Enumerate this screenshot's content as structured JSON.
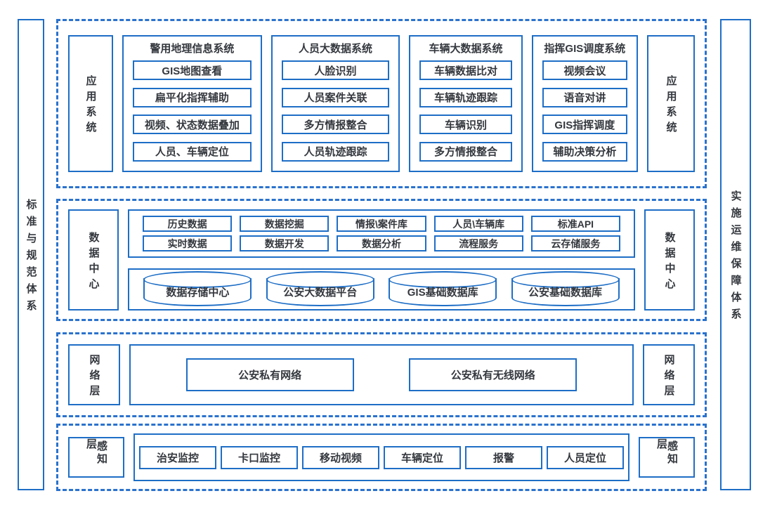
{
  "colors": {
    "border_blue": "#1e6ec6",
    "dash_blue": "#2a72cd",
    "text": "#34383e",
    "background": "#ffffff"
  },
  "side_bars": {
    "left": "标准与规范体系",
    "right": "实施运维保障体系"
  },
  "app_layer": {
    "left_label": "应用系统",
    "right_label": "应用系统",
    "panels": [
      {
        "title": "警用地理信息系统",
        "items": [
          "GIS地图查看",
          "扁平化指挥辅助",
          "视频、状态数据叠加",
          "人员、车辆定位"
        ]
      },
      {
        "title": "人员大数据系统",
        "items": [
          "人脸识别",
          "人员案件关联",
          "多方情报整合",
          "人员轨迹跟踪"
        ]
      },
      {
        "title": "车辆大数据系统",
        "items": [
          "车辆数据比对",
          "车辆轨迹跟踪",
          "车辆识别",
          "多方情报整合"
        ]
      },
      {
        "title": "指挥GIS调度系统",
        "items": [
          "视频会议",
          "语音对讲",
          "GIS指挥调度",
          "辅助决策分析"
        ]
      }
    ]
  },
  "data_layer": {
    "left_label": "数据中心",
    "right_label": "数据中心",
    "services_row1": [
      "历史数据",
      "数据挖掘",
      "情报\\案件库",
      "人员\\车辆库",
      "标准API"
    ],
    "services_row2": [
      "实时数据",
      "数据开发",
      "数据分析",
      "流程服务",
      "云存储服务"
    ],
    "databases": [
      "数据存储中心",
      "公安大数据平台",
      "GIS基础数据库",
      "公安基础数据库"
    ]
  },
  "network_layer": {
    "left_label": "网络层",
    "right_label": "网络层",
    "items": [
      "公安私有网络",
      "公安私有无线网络"
    ]
  },
  "perception_layer": {
    "left_label": "感知层",
    "right_label": "感知层",
    "items": [
      "治安监控",
      "卡口监控",
      "移动视频",
      "车辆定位",
      "报警",
      "人员定位"
    ]
  }
}
